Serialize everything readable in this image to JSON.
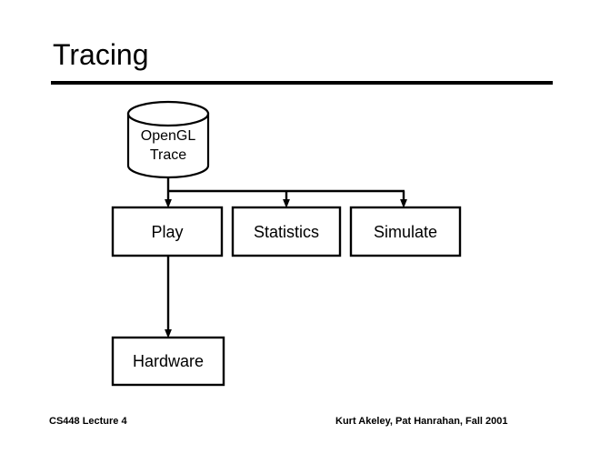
{
  "slide": {
    "title": "Tracing",
    "background_color": "#ffffff",
    "ink_color": "#000000"
  },
  "diagram": {
    "type": "flowchart",
    "datastore": {
      "shape": "cylinder",
      "line1": "OpenGL",
      "line2": "Trace"
    },
    "nodes": [
      {
        "id": "play",
        "label": "Play",
        "shape": "rectangle"
      },
      {
        "id": "statistics",
        "label": "Statistics",
        "shape": "rectangle"
      },
      {
        "id": "simulate",
        "label": "Simulate",
        "shape": "rectangle"
      },
      {
        "id": "hardware",
        "label": "Hardware",
        "shape": "rectangle"
      }
    ],
    "edges": [
      {
        "from": "datastore",
        "to": "play",
        "arrow": "down"
      },
      {
        "from": "datastore",
        "to": "statistics",
        "arrow": "down"
      },
      {
        "from": "datastore",
        "to": "simulate",
        "arrow": "down"
      },
      {
        "from": "play",
        "to": "hardware",
        "arrow": "down"
      }
    ]
  },
  "footer": {
    "left": "CS448 Lecture 4",
    "right": "Kurt Akeley, Pat Hanrahan, Fall 2001"
  }
}
